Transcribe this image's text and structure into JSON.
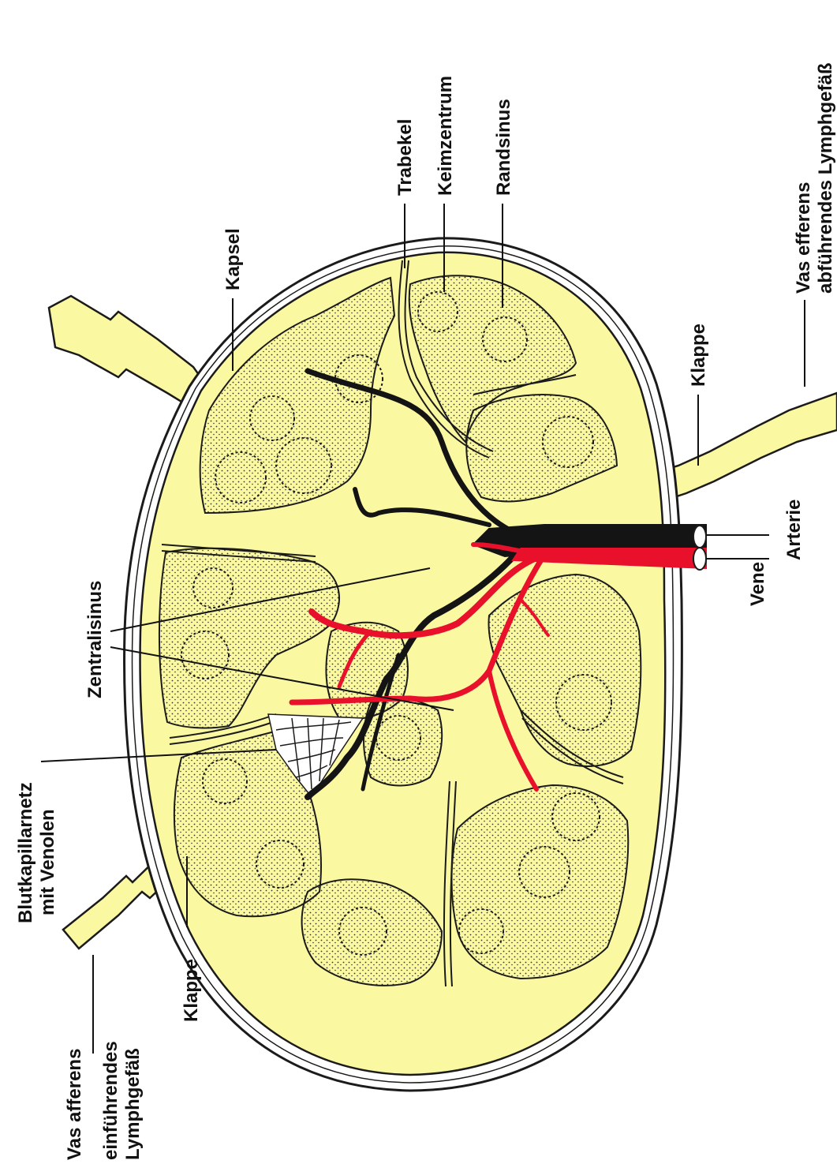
{
  "colors": {
    "sinus": "#fbf8a2",
    "outline": "#1b1b1b",
    "artery": "#e8102a",
    "vein": "#141414",
    "dots": "#3a3a3a"
  },
  "labels": {
    "kapsel": "Kapsel",
    "trabekel": "Trabekel",
    "keimzentrum": "Keimzentrum",
    "randsinus": "Randsinus",
    "vas_efferens": "Vas efferens",
    "abfuehrendes": "abführendes Lymphgefäß",
    "klappe_right": "Klappe",
    "arterie": "Arterie",
    "vene": "Vene",
    "zentralsinus": "Zentralisinus",
    "blutkapillarnetz_1": "Blutkapillarnetz",
    "blutkapillarnetz_2": "mit Venolen",
    "klappe_left": "Klappe",
    "vas_afferens": "Vas afferens",
    "einfuehrendes_1": "einführendes",
    "einfuehrendes_2": "Lymphgefäß"
  }
}
